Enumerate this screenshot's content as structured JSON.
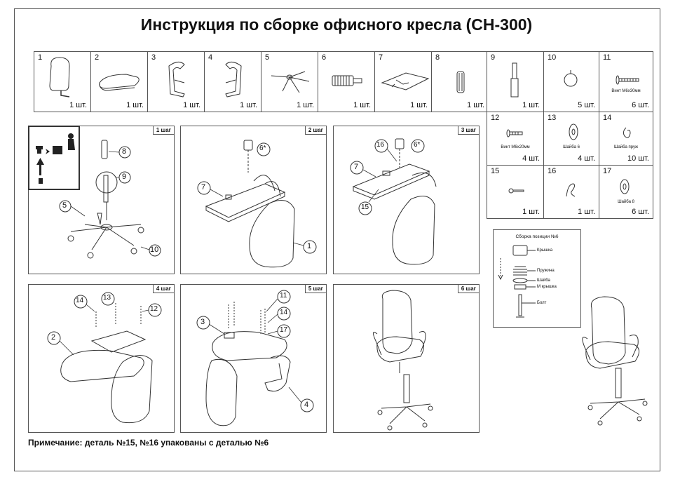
{
  "title": "Инструкция по сборке офисного кресла (CH-300)",
  "parts_row1": [
    {
      "num": "1",
      "qty": "1 шт."
    },
    {
      "num": "2",
      "qty": "1 шт."
    },
    {
      "num": "3",
      "qty": "1 шт."
    },
    {
      "num": "4",
      "qty": "1 шт."
    },
    {
      "num": "5",
      "qty": "1 шт."
    },
    {
      "num": "6",
      "qty": "1 шт."
    },
    {
      "num": "7",
      "qty": "1 шт."
    },
    {
      "num": "8",
      "qty": "1 шт."
    },
    {
      "num": "9",
      "qty": "1 шт."
    },
    {
      "num": "10",
      "qty": "5 шт."
    },
    {
      "num": "11",
      "qty": "6 шт.",
      "label": "Винт М6х30мм"
    }
  ],
  "parts_grid": [
    {
      "num": "12",
      "qty": "4 шт.",
      "label": "Винт М6х20мм"
    },
    {
      "num": "13",
      "qty": "4 шт.",
      "label": "Шайба 6"
    },
    {
      "num": "14",
      "qty": "10 шт.",
      "label": "Шайба пруж"
    },
    {
      "num": "15",
      "qty": "1 шт."
    },
    {
      "num": "16",
      "qty": "1 шт."
    },
    {
      "num": "17",
      "qty": "6 шт.",
      "label": "Шайба 8"
    }
  ],
  "steps": [
    {
      "tag": "1 шаг",
      "callouts": [
        "8",
        "9",
        "5",
        "10"
      ]
    },
    {
      "tag": "2 шаг",
      "callouts": [
        "6*",
        "7",
        "1"
      ]
    },
    {
      "tag": "3 шаг",
      "callouts": [
        "16",
        "6*",
        "7",
        "15"
      ]
    },
    {
      "tag": "4 шаг",
      "callouts": [
        "14",
        "13",
        "12",
        "2"
      ]
    },
    {
      "tag": "5 шаг",
      "callouts": [
        "11",
        "14",
        "3",
        "17",
        "4"
      ]
    },
    {
      "tag": "6 шаг",
      "callouts": []
    }
  ],
  "assembly": {
    "title": "Сборка позиции №6",
    "labels": [
      "Крышка",
      "Пружина",
      "Шайба",
      "М крышка",
      "Болт"
    ]
  },
  "note": "Примечание: деталь №15, №16 упакованы с деталью №6"
}
